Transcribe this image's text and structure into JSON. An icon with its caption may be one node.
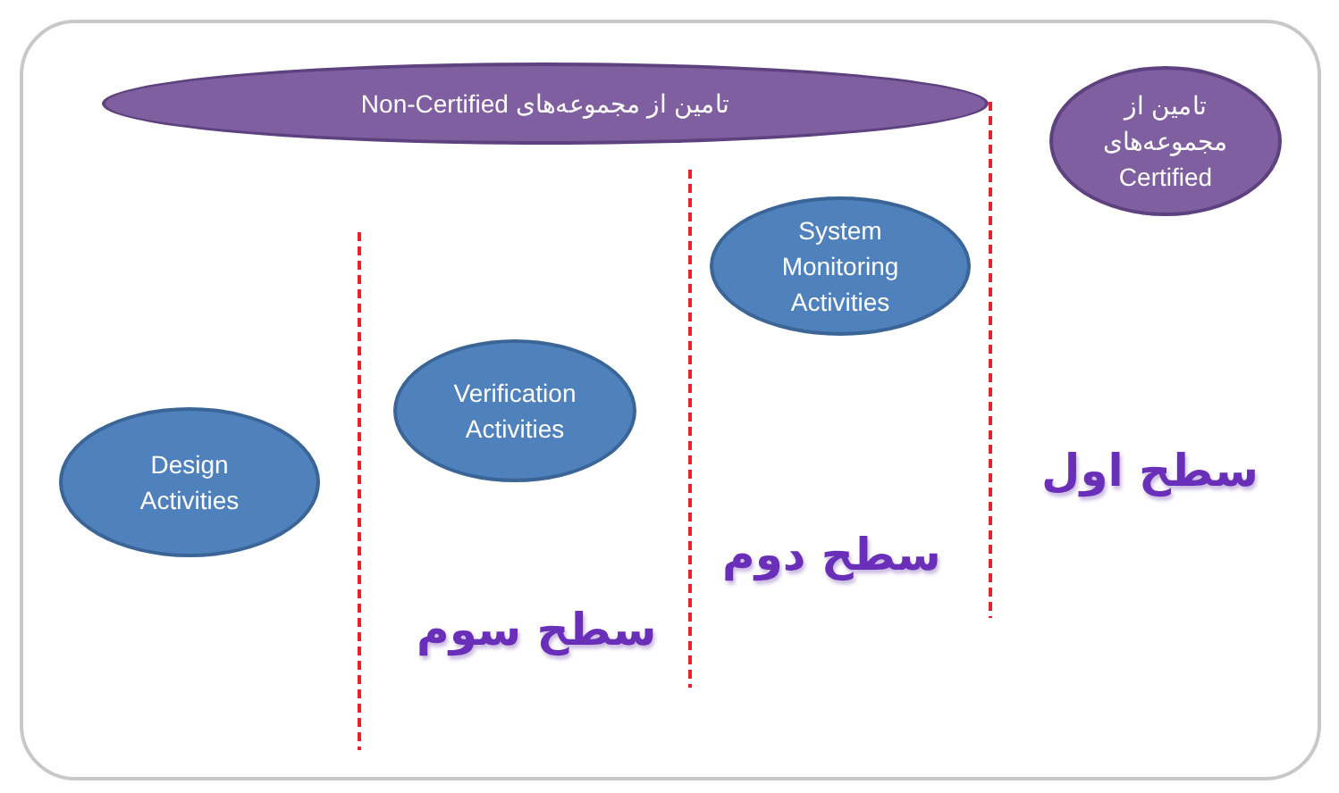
{
  "diagram": {
    "nodes": [
      {
        "text": [
          "تامین از مجموعه‌های Non-Certified"
        ]
      },
      {
        "text": [
          "تامین از مجموعه‌های Certified"
        ]
      },
      {
        "text": [
          "System Monitoring Activities"
        ]
      },
      {
        "text": [
          "Verification Activities"
        ]
      },
      {
        "text": [
          "Design Activities"
        ]
      }
    ],
    "labels": [
      "سطح اول",
      "سطح دوم",
      "سطح سوم"
    ]
  }
}
